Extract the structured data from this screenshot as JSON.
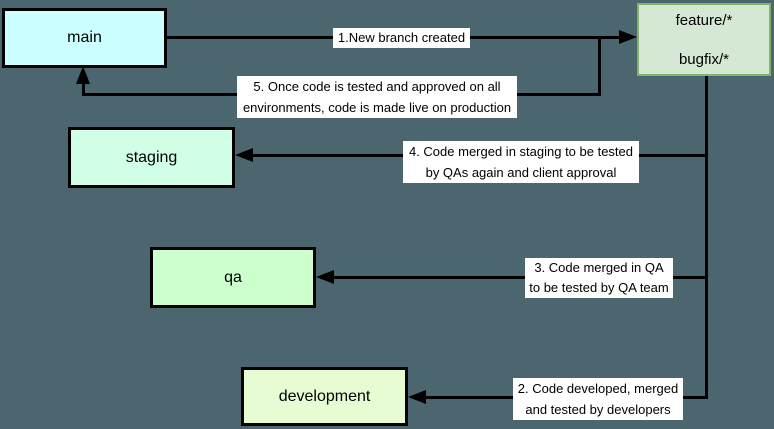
{
  "canvas": {
    "background_color": "#4c6670",
    "line_color": "#000000",
    "label_background": "#ffffff"
  },
  "nodes": {
    "main": {
      "label": "main",
      "fill": "#ccffff",
      "border": "#000000"
    },
    "feature": {
      "line1": "feature/*",
      "line2": "bugfix/*",
      "fill": "#d5e8d4",
      "border": "#82b366"
    },
    "staging": {
      "label": "staging",
      "fill": "#d0ffe6",
      "border": "#000000"
    },
    "qa": {
      "label": "qa",
      "fill": "#ccffcc",
      "border": "#000000"
    },
    "development": {
      "label": "development",
      "fill": "#e8fcd4",
      "border": "#000000"
    }
  },
  "edges": {
    "new_branch": {
      "label": "1.New branch created"
    },
    "develop": {
      "line1": "2. Code developed, merged",
      "line2": "and tested by developers"
    },
    "qa_merge": {
      "line1": "3. Code merged in QA",
      "line2": "to be tested by QA team"
    },
    "staging_merge": {
      "line1": "4. Code merged in staging to be tested",
      "line2": "by QAs again and client approval"
    },
    "production": {
      "line1": "5. Once code is tested and approved on all",
      "line2": "environments, code is made live on production"
    }
  }
}
